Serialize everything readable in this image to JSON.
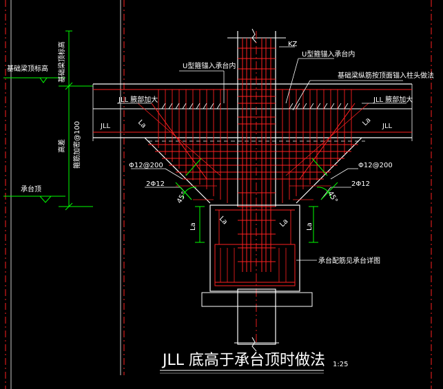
{
  "colors": {
    "background": "#000000",
    "concrete_outline": "#ffffff",
    "rebar": "#ff2020",
    "dimension": "#00ff00",
    "text": "#ffffff",
    "axis_line": "#ff2020"
  },
  "labels": {
    "kz": "KZ",
    "u_bar_left": "U型箍锚入承台内",
    "u_bar_right": "U型箍锚入承台内",
    "beam_top_anchor": "基础梁纵筋按顶面锚入柱头做法",
    "jll_haunch_left": "JLL 腋部加大",
    "jll_haunch_right": "JLL 腋部加大",
    "jll_left": "JLL",
    "jll_right": "JLL",
    "la_left": "La",
    "la_right": "La",
    "bar_spacing_left": "Φ12@200",
    "bar_spacing_right": "Φ12@200",
    "bars_left": "2Φ12",
    "bars_right": "2Φ12",
    "angle_left": "45°",
    "angle_right": "45°",
    "la_lower_left": "La",
    "la_lower_right": "La",
    "la_inner_left": "La",
    "la_inner_right": "La",
    "cap_reinf": "承台配筋见承台详图",
    "beam_top_level": "基础梁顶标高",
    "cap_top_level": "承台顶",
    "vert_dim_left": "高差",
    "vert_dim_text": "箍筋加密@100",
    "vert_dim_side": "基础梁顶标高",
    "title": "JLL 底高于承台顶时做法",
    "scale": "1:25"
  }
}
